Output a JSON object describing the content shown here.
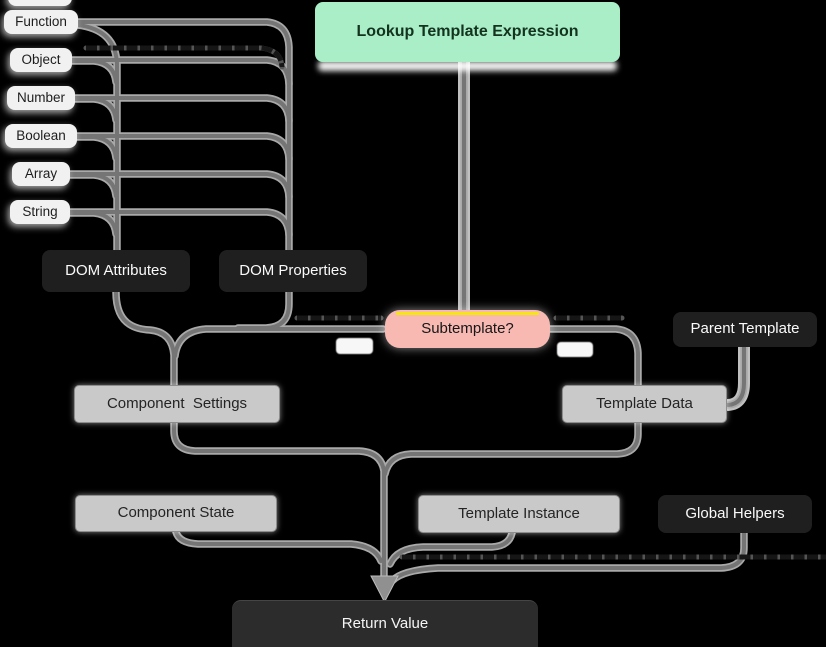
{
  "diagram_title": "Lookup Template Expression flowchart",
  "colors": {
    "background": "#000000",
    "node_light": "#f1f1f1",
    "node_gray": "#c9c9c9",
    "node_dark": "#1f1f1f",
    "node_return": "#2c2c2c",
    "node_green": "#a9eec7",
    "node_pink": "#f8b9b3",
    "accent_yellow": "#f6e515",
    "edge_gray": "#757575",
    "edge_dark": "#161616"
  },
  "nodes": {
    "type_function": {
      "label": "Function"
    },
    "type_object": {
      "label": "Object"
    },
    "type_number": {
      "label": "Number"
    },
    "type_boolean": {
      "label": "Boolean"
    },
    "type_array": {
      "label": "Array"
    },
    "type_string": {
      "label": "String"
    },
    "lookup": {
      "label": "Lookup Template Expression"
    },
    "dom_attributes": {
      "label": "DOM Attributes"
    },
    "dom_properties": {
      "label": "DOM Properties"
    },
    "subtemplate": {
      "label": "Subtemplate?"
    },
    "parent_template": {
      "label": "Parent Template"
    },
    "component_settings": {
      "label": "Component  Settings"
    },
    "template_data": {
      "label": "Template Data"
    },
    "component_state": {
      "label": "Component State"
    },
    "template_instance": {
      "label": "Template Instance"
    },
    "global_helpers": {
      "label": "Global Helpers"
    },
    "return_value": {
      "label": "Return Value"
    }
  }
}
